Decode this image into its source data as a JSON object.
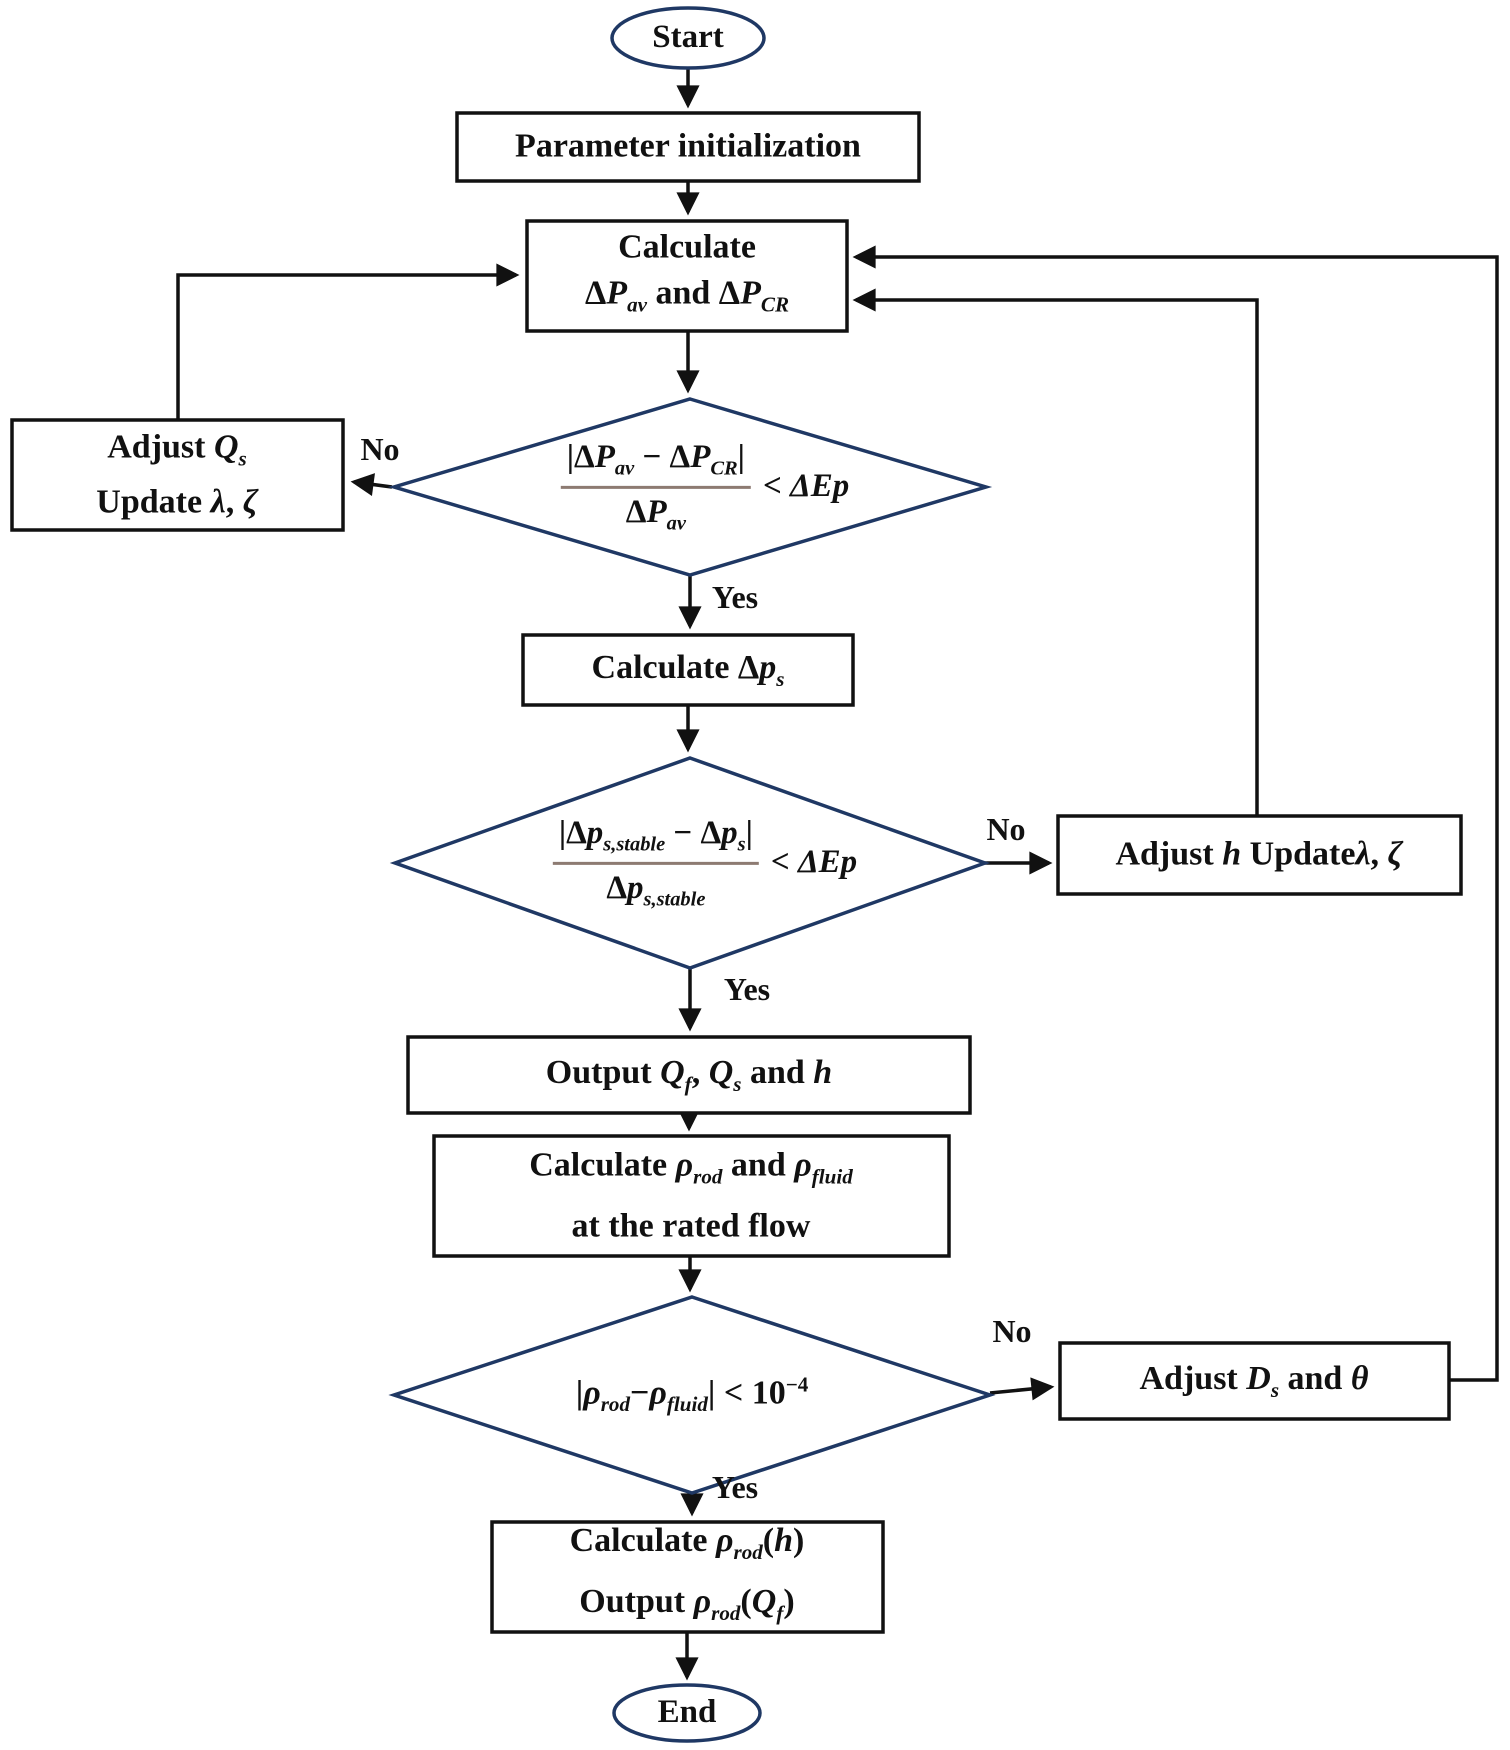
{
  "flowchart": {
    "colors": {
      "shape_outline_navy": "#1f3864",
      "connector_black": "#111111",
      "fraction_bar_brown": "#8d7b72",
      "background": "#ffffff",
      "text": "#111111"
    },
    "terminators": {
      "start": "Start",
      "end": "End"
    },
    "labels": {
      "yes": "Yes",
      "no": "No"
    },
    "processes": {
      "param_init": {
        "label": "Parameter initialization"
      },
      "calc_dp": {
        "line1": "Calculate",
        "line2_html": "Δ<i>P<sub>av</sub></i> and Δ<i>P<sub>CR</sub></i>"
      },
      "adjust_qs": {
        "line1_html": "Adjust <i>Q<sub>s</sub></i>",
        "line2_html": "Update <i>λ</i>, <i>ζ</i>"
      },
      "calc_dps": {
        "label_html": "Calculate Δ<i>p<sub>s</sub></i>"
      },
      "adjust_h": {
        "label_html": "Adjust <i>h</i> Update<i>λ</i>, <i>ζ</i>"
      },
      "output_flows": {
        "label_html": "Output <i>Q<sub>f</sub></i>, <i>Q<sub>s</sub></i> and <i>h</i>"
      },
      "calc_rho": {
        "line1_html": "Calculate <i>ρ<sub>rod</sub></i> and <i>ρ<sub>fluid</sub></i>",
        "line2": "at the rated flow"
      },
      "adjust_ds": {
        "label_html": "Adjust <i>D<sub>s</sub></i> and <i>θ</i>"
      },
      "final_output": {
        "line1_html": "Calculate <i>ρ<sub>rod</sub></i>(<i>h</i>)",
        "line2_html": "Output <i>ρ<sub>rod</sub></i>(<i>Q<sub>f</sub></i>)"
      }
    },
    "decisions": {
      "dp_check": {
        "numerator_html": "|Δ<i>P<sub>av</sub></i> − Δ<i>P<sub>CR</sub></i>|",
        "denominator_html": "Δ<i>P<sub>av</sub></i>",
        "comparison_html": "&lt; <i>ΔEp</i>"
      },
      "dps_check": {
        "numerator_html": "|Δ<i>p<sub>s,stable</sub></i> − Δ<i>p<sub>s</sub></i>|",
        "denominator_html": "Δ<i>p<sub>s,stable</sub></i>",
        "comparison_html": "&lt; <i>ΔEp</i>"
      },
      "rho_check": {
        "label_html": "|<i>ρ<sub>rod</sub></i>−<i>ρ<sub>fluid</sub></i>| &lt; 10<sup>−4</sup>"
      }
    }
  }
}
